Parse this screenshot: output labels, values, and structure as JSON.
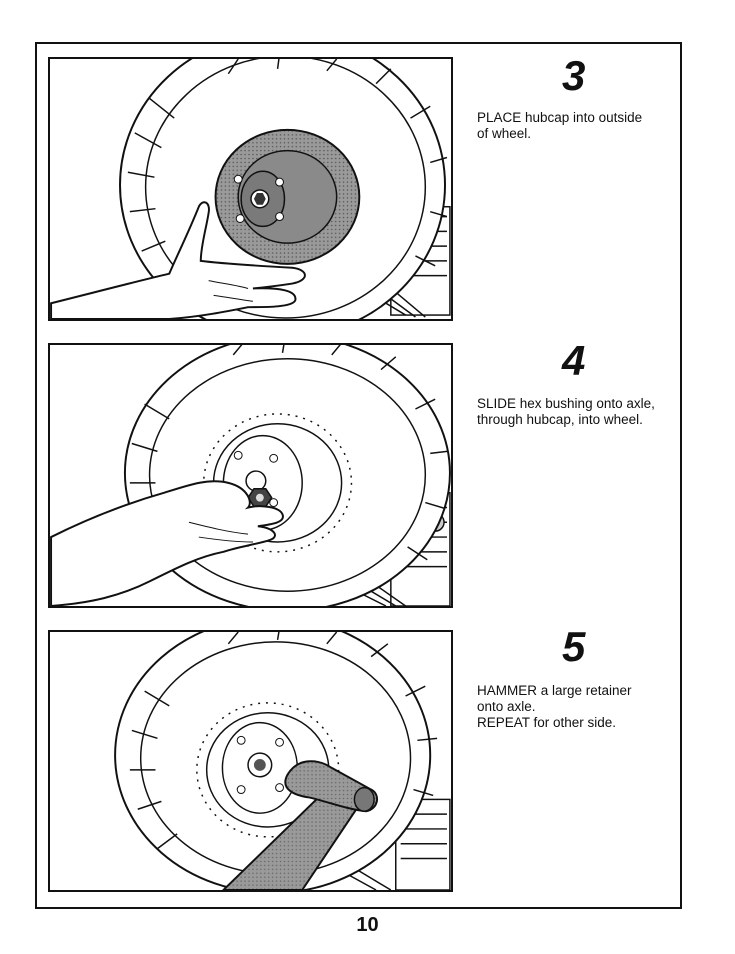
{
  "steps": [
    {
      "number": "3",
      "lines": [
        "PLACE hubcap into outside",
        "of wheel."
      ]
    },
    {
      "number": "4",
      "lines": [
        "SLIDE hex bushing onto axle,",
        "through hubcap, into wheel."
      ]
    },
    {
      "number": "5",
      "lines": [
        "HAMMER a large retainer",
        "onto axle.",
        "REPEAT for other side."
      ]
    }
  ],
  "page_number": "10"
}
